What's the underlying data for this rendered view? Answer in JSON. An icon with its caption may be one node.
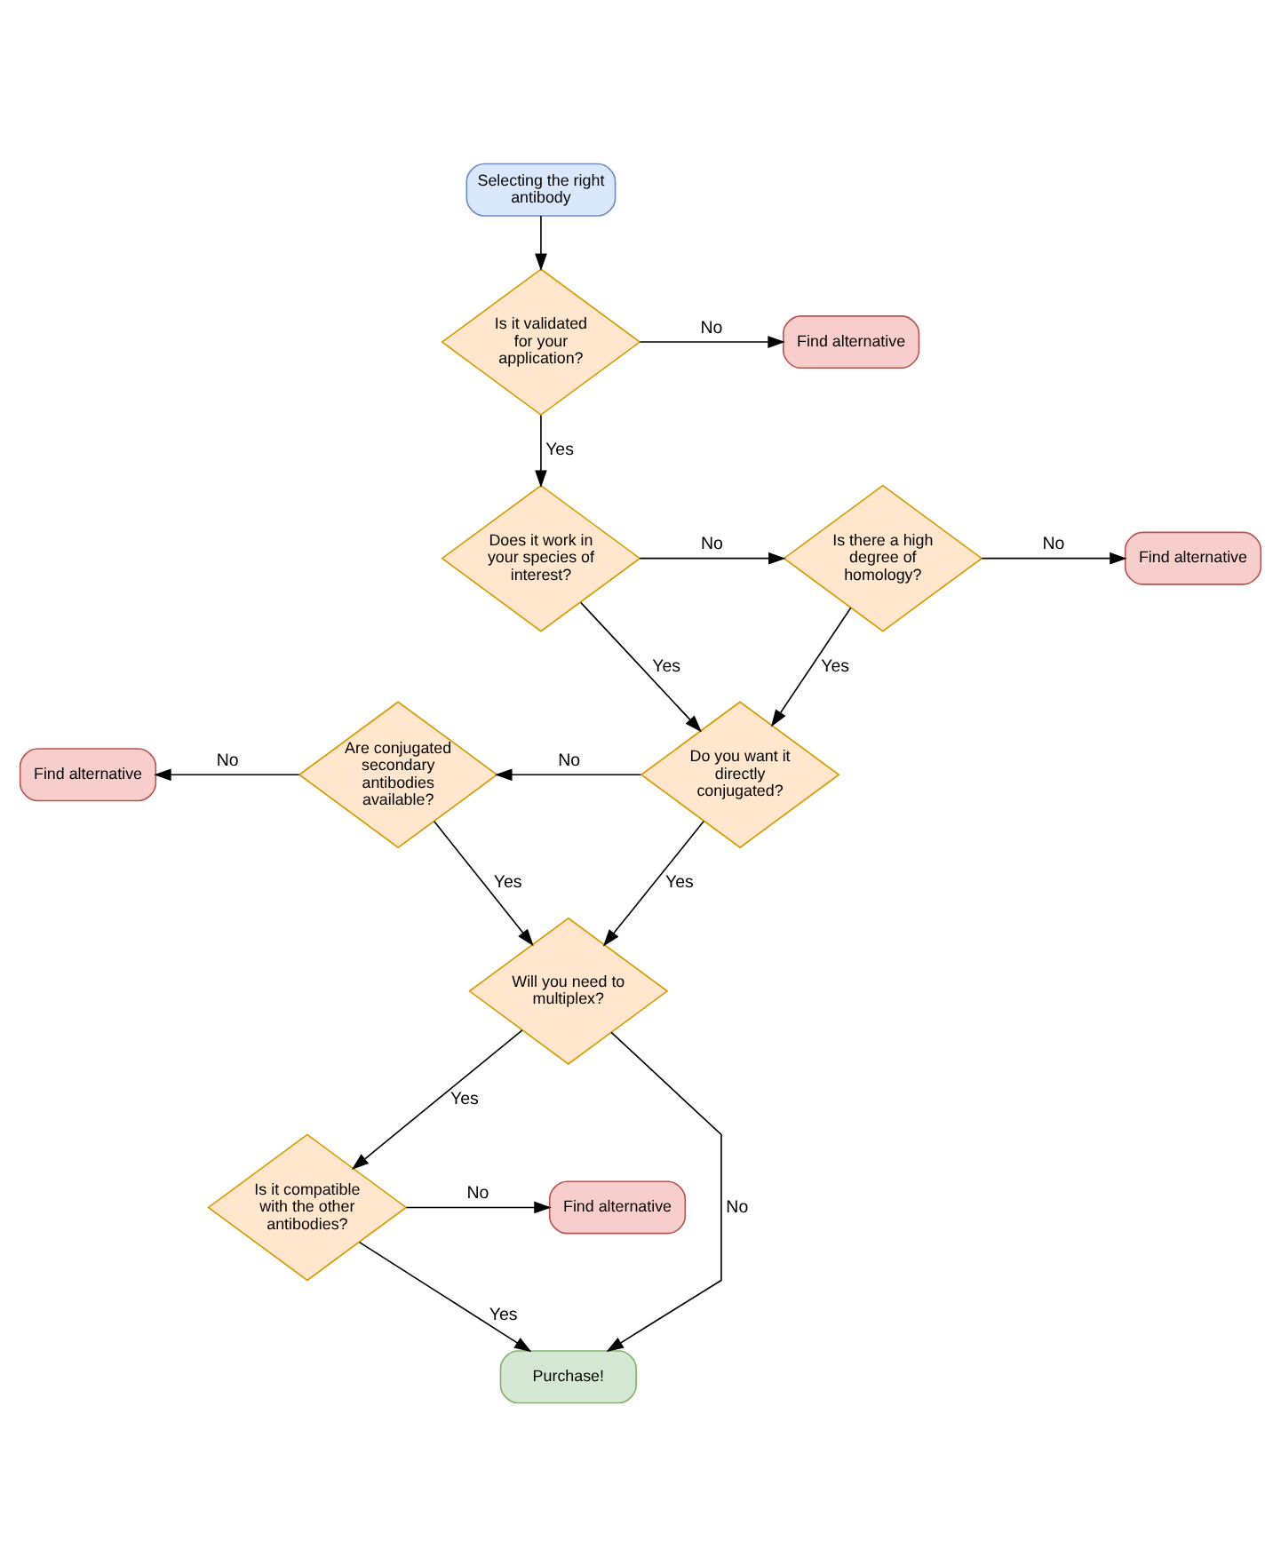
{
  "diagram": {
    "nodes": [
      {
        "text": [
          "Selecting the right antibody"
        ]
      },
      {
        "text": [
          "Is it validated for your application?"
        ]
      },
      {
        "text": [
          "Find alternative"
        ]
      },
      {
        "text": [
          "Does it work in your species of interest?"
        ]
      },
      {
        "text": [
          "Is there a high degree of homology?"
        ]
      },
      {
        "text": [
          "Find alternative"
        ]
      },
      {
        "text": [
          "Do you want it directly conjugated?"
        ]
      },
      {
        "text": [
          "Are conjugated secondary antibodies available?"
        ]
      },
      {
        "text": [
          "Find alternative"
        ]
      },
      {
        "text": [
          "Will you need to multiplex?"
        ]
      },
      {
        "text": [
          "Find alternative"
        ]
      },
      {
        "text": [
          "Is it compatible with the other antibodies?"
        ]
      },
      {
        "text": [
          "Purchase!"
        ]
      }
    ],
    "edges": [
      {
        "from": 0,
        "to": 1,
        "arrow": "to"
      },
      {
        "from": 1,
        "to": 2,
        "arrow": "to",
        "label": "No"
      },
      {
        "from": 1,
        "to": 3,
        "arrow": "to",
        "label": "Yes"
      },
      {
        "from": 3,
        "to": 4,
        "arrow": "to",
        "label": "No"
      },
      {
        "from": 4,
        "to": 5,
        "arrow": "to",
        "label": "No"
      },
      {
        "from": 3,
        "to": 6,
        "arrow": "to",
        "label": "Yes"
      },
      {
        "from": 4,
        "to": 6,
        "arrow": "to",
        "label": "Yes"
      },
      {
        "from": 6,
        "to": 7,
        "arrow": "to",
        "label": "No"
      },
      {
        "from": 7,
        "to": 8,
        "arrow": "to",
        "label": "No"
      },
      {
        "from": 6,
        "to": 9,
        "arrow": "to",
        "label": "Yes"
      },
      {
        "from": 7,
        "to": 9,
        "arrow": "to",
        "label": "Yes"
      },
      {
        "from": 9,
        "to": 11,
        "arrow": "to",
        "label": "Yes"
      },
      {
        "from": 9,
        "to": 12,
        "arrow": "to",
        "label": "No"
      },
      {
        "from": 11,
        "to": 10,
        "arrow": "to",
        "label": "No"
      },
      {
        "from": 11,
        "to": 12,
        "arrow": "to",
        "label": "Yes"
      }
    ]
  }
}
